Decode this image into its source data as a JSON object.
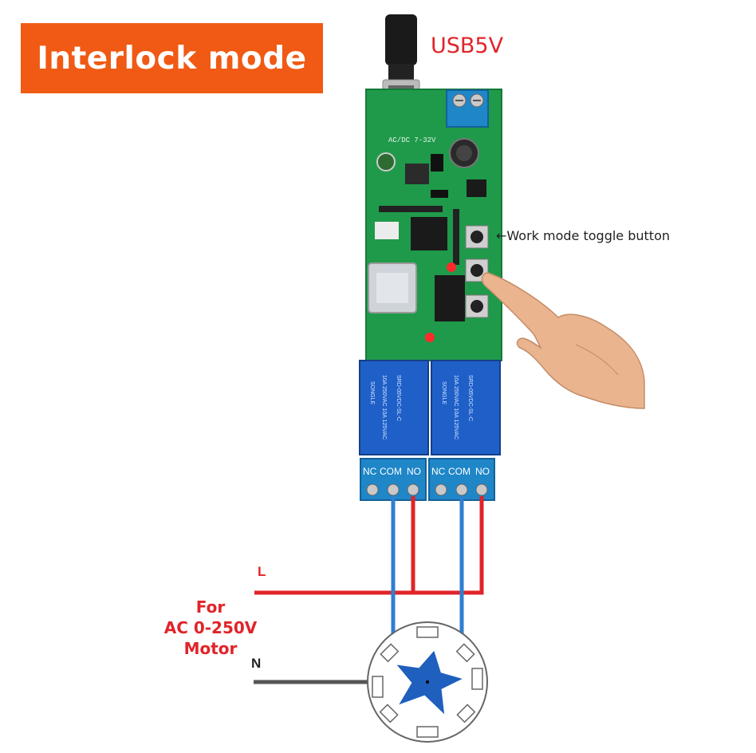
{
  "title": "Interlock mode",
  "power_label": "USB5V",
  "toggle_button_label": "←Work mode toggle button",
  "line_label": "L",
  "neutral_label": "N",
  "motor_label_lines": [
    "For",
    "AC 0-250V",
    "Motor"
  ],
  "relays": [
    {
      "terminals": [
        "NC",
        "COM",
        "NO"
      ],
      "model": "SRD-05VDC-SL-C",
      "rating": "10A 250VAC 10A 125VAC",
      "brand": "SONGLE"
    },
    {
      "terminals": [
        "NC",
        "COM",
        "NO"
      ],
      "model": "SRD-05VDC-SL-C",
      "rating": "10A 250VAC 10A 125VAC",
      "brand": "SONGLE"
    }
  ],
  "pcb_marking": "AC/DC 7-32V",
  "colors": {
    "banner": "#f05a14",
    "accent_red": "#e0242a",
    "pcb_green": "#1f9a4a",
    "relay_blue": "#1f5fc8",
    "terminal_blue": "#1f86c8",
    "wire_red": "#e0242a",
    "wire_blue": "#2f7fd0",
    "wire_neutral": "#555555"
  }
}
